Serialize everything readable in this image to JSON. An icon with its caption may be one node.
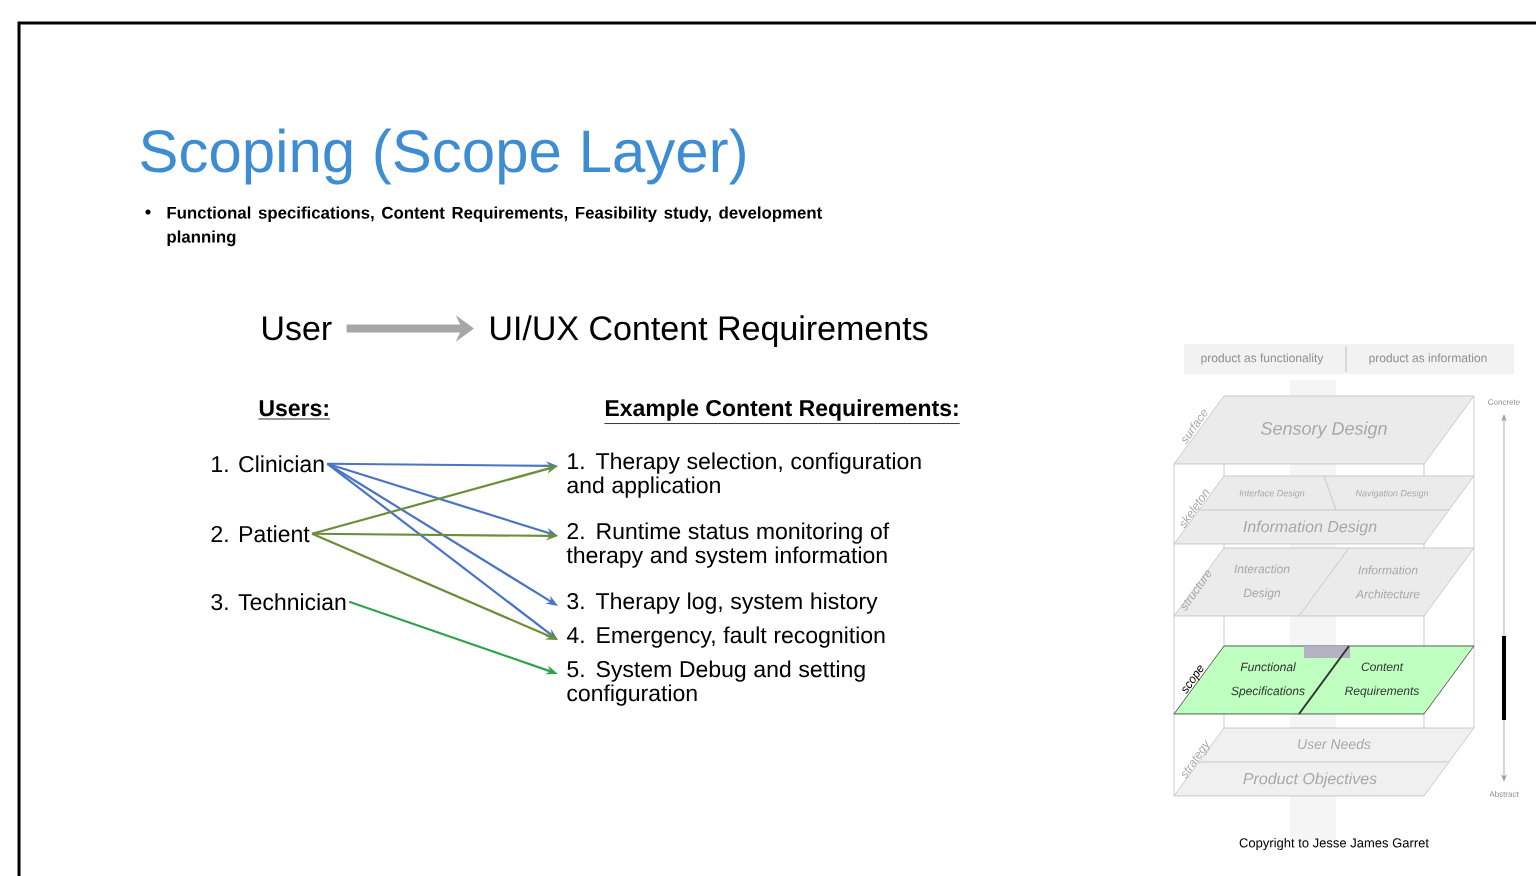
{
  "diagram": {
    "title": "Scoping (Scope Layer)",
    "nodes": [
      {
        "text": [
          "User"
        ]
      },
      {
        "text": [
          "UI/UX Content Requirements"
        ]
      },
      {
        "text": [
          "1. Clinician"
        ]
      },
      {
        "text": [
          "2. Patient"
        ]
      },
      {
        "text": [
          "3. Technician"
        ]
      },
      {
        "text": [
          "1. Therapy selection, configuration and application"
        ]
      },
      {
        "text": [
          "2. Runtime status monitoring of therapy and system information"
        ]
      },
      {
        "text": [
          "3. Therapy log, system history"
        ]
      },
      {
        "text": [
          "4. Emergency, fault recognition"
        ]
      },
      {
        "text": [
          "5. System Debug and setting configuration"
        ]
      }
    ],
    "edges": [
      {
        "from": 0,
        "to": 1,
        "arrow": "to",
        "style": "thick",
        "color": "#a6a6a6"
      },
      {
        "from": 2,
        "to": 5,
        "arrow": "to"
      },
      {
        "from": 2,
        "to": 6,
        "arrow": "to"
      },
      {
        "from": 2,
        "to": 7,
        "arrow": "to"
      },
      {
        "from": 2,
        "to": 8,
        "arrow": "to"
      },
      {
        "from": 3,
        "to": 5,
        "arrow": "to",
        "color": "#6b8e3a"
      },
      {
        "from": 3,
        "to": 6,
        "arrow": "to",
        "color": "#6b8e3a"
      },
      {
        "from": 3,
        "to": 8,
        "arrow": "to",
        "color": "#6b8e3a"
      },
      {
        "from": 4,
        "to": 9,
        "arrow": "to",
        "color": "#2ea34a"
      }
    ],
    "labels": [
      "Functional specifications, Content Requirements, Feasibility study, development planning",
      "Users:",
      "Example Content Requirements:",
      "product as functionality",
      "product as information",
      "Concrete",
      "surface",
      "Sensory Design",
      "skeleton",
      "Interface Design",
      "Navigation Design",
      "Information Design",
      "structure",
      "Interaction Design",
      "Information Architecture",
      "scope",
      "Functional Specifications",
      "Content Requirements",
      "strategy",
      "User Needs",
      "Product Objectives",
      "Abstract",
      "Copyright to Jesse James Garret"
    ]
  }
}
